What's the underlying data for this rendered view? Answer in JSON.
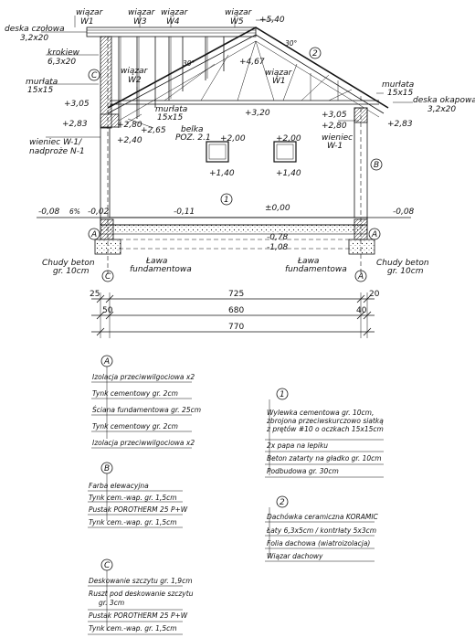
{
  "top_labels": {
    "deska_czolowa": "deska czołowa",
    "deska_czolowa_dim": "3,2x20",
    "wiazar_w1_a": "wiązar",
    "w1_a": "W1",
    "wiazar_w3": "wiązar",
    "w3": "W3",
    "wiazar_w4": "wiązar",
    "w4": "W4",
    "wiazar_w5": "wiązar",
    "w5": "W5",
    "elev_540": "+5,40",
    "krokiew": "krokiew",
    "krokiew_dim": "6,3x20",
    "wiazar_w2": "wiązar",
    "w2": "W2",
    "angle_30a": "30°",
    "angle_30b": "30°",
    "elev_467": "+4,67",
    "wiazar_w1_b": "wiązar",
    "w1_b": "W1"
  },
  "left_labels": {
    "murlata_l": "murłata",
    "murlata_l_dim": "15x15",
    "elev_305_l": "+3,05",
    "elev_283_l": "+2,83",
    "elev_280_l": "+2,80",
    "elev_265": "+2,65",
    "murlata_c": "murłata",
    "murlata_c_dim": "15x15",
    "belka": "belka",
    "belka_poz": "POZ. 2.1",
    "elev_240": "+2,40",
    "wieniec_l": "wieniec W-1/",
    "nadproze": "nadproże N-1"
  },
  "right_labels": {
    "murlata_r": "murłata",
    "murlata_r_dim": "15x15",
    "deska_okapowa": "deska okapowa",
    "deska_okapowa_dim": "3,2x20",
    "elev_305_r": "+3,05",
    "elev_280_r": "+2,80",
    "elev_283_r": "+2,83",
    "wieniec_r": "wieniec",
    "wieniec_r2": "W-1"
  },
  "middle_labels": {
    "elev_320": "+3,20",
    "elev_200_a": "+2,00",
    "elev_140_a": "+1,40",
    "elev_200_b": "+2,00",
    "elev_140_b": "+1,40"
  },
  "ground_labels": {
    "elev_008_l": "-0,08",
    "slope": "6%",
    "elev_002": "-0,02",
    "elev_011": "-0,11",
    "elev_000": "±0,00",
    "elev_008_r": "-0,08",
    "elev_078": "-0,78",
    "elev_108": "-1,08",
    "chudy_l": "Chudy beton",
    "chudy_l_gr": "gr. 10cm",
    "lawa_l": "Ława",
    "lawa_l2": "fundamentowa",
    "lawa_r": "Ława",
    "lawa_r2": "fundamentowa",
    "chudy_r": "Chudy beton",
    "chudy_r_gr": "gr. 10cm"
  },
  "bubbles": {
    "b1": "1",
    "b2": "2",
    "bA_l": "A",
    "bA_r": "A",
    "bB": "B",
    "bC_top": "C",
    "bC_bot": "C",
    "bA_bot": "A"
  },
  "dimensions": {
    "d25": "25",
    "d725": "725",
    "d20": "20",
    "d50": "50",
    "d680": "680",
    "d40": "40",
    "d770": "770"
  },
  "legend_A": {
    "id": "A",
    "items": [
      "Izolacja przeciwwilgociowa x2",
      "Tynk cementowy gr. 2cm",
      "Ściana fundamentowa gr. 25cm",
      "Tynk cementowy gr. 2cm",
      "Izolacja przeciwwilgociowa x2"
    ]
  },
  "legend_B": {
    "id": "B",
    "items": [
      "Farba elewacyjna",
      "Tynk cem.-wap. gr. 1,5cm",
      "Pustak POROTHERM 25 P+W",
      "Tynk cem.-wap. gr. 1,5cm"
    ]
  },
  "legend_C": {
    "id": "C",
    "items": [
      "Deskowanie szczytu gr. 1,9cm",
      "Ruszt pod deskowanie szczytu",
      "gr. 3cm",
      "Pustak POROTHERM 25 P+W",
      "Tynk cem.-wap. gr. 1,5cm"
    ]
  },
  "legend_1": {
    "id": "1",
    "items": [
      "Wylewka cementowa gr. 10cm,",
      "zbrojona przeciwskurczowo siatką",
      "z prętów #10 o oczkach 15x15cm",
      "2x papa na lepiku",
      "Beton zatarty na gładko gr. 10cm",
      "Podbudowa gr. 30cm"
    ]
  },
  "legend_2": {
    "id": "2",
    "items": [
      "Dachówka ceramiczna KORAMIC",
      "Łaty 6,3x5cm  /  kontrłaty 5x3cm",
      "Folia dachowa (wiatroizolacja)",
      "Wiązar dachowy"
    ]
  }
}
